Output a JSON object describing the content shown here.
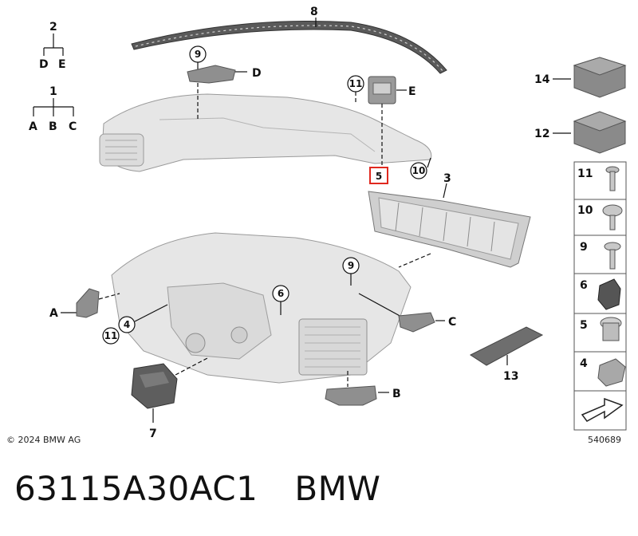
{
  "copyright": "© 2024 BMW AG",
  "diagram_number": "540689",
  "caption": {
    "part_number": "63115A30AC1",
    "brand": "BMW"
  },
  "tree": {
    "top": "2",
    "top_children": [
      "D",
      "E"
    ],
    "mid": "1",
    "mid_children": [
      "A",
      "B",
      "C"
    ]
  },
  "callouts": {
    "n3": "3",
    "n4": "4",
    "n5": "5",
    "n6": "6",
    "n7": "7",
    "n8": "8",
    "n9a": "9",
    "n9b": "9",
    "n10": "10",
    "n11a": "11",
    "n11b": "11",
    "n12": "12",
    "n13": "13",
    "n14": "14",
    "A": "A",
    "B": "B",
    "C": "C",
    "D": "D",
    "E": "E"
  },
  "side_panel": [
    "11",
    "10",
    "9",
    "6",
    "5",
    "4"
  ],
  "highlighted": "5",
  "colors": {
    "highlight": "#e0281e",
    "part": "#e6e6e6",
    "dark": "#8a8a8a"
  }
}
